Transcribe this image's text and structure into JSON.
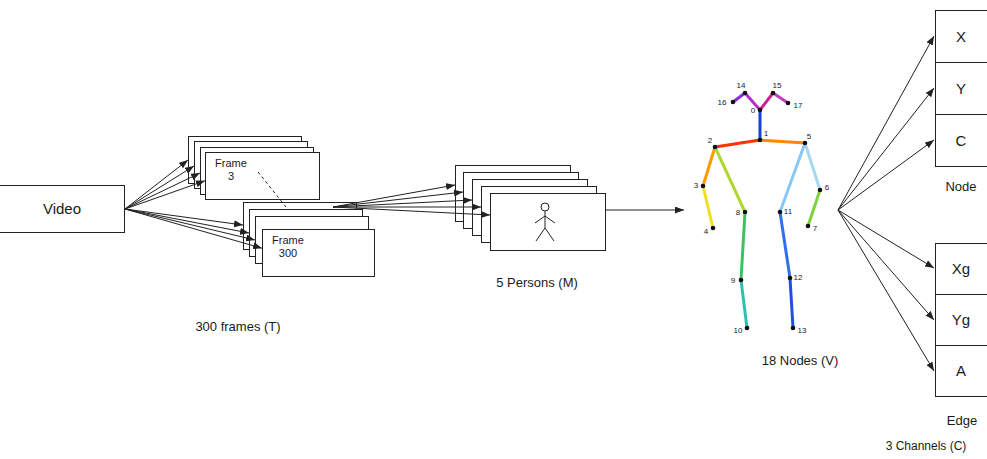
{
  "diagram": {
    "nodes": [
      {
        "text": [
          "Video"
        ]
      },
      {
        "text": [
          "Frame 3"
        ]
      },
      {
        "text": [
          "Frame 300"
        ]
      },
      {
        "text": [
          "X"
        ]
      },
      {
        "text": [
          "Y"
        ]
      },
      {
        "text": [
          "C"
        ]
      },
      {
        "text": [
          "Xg"
        ]
      },
      {
        "text": [
          "Yg"
        ]
      },
      {
        "text": [
          "A"
        ]
      }
    ],
    "edges": [
      {
        "from": 0,
        "to": 1,
        "arrow": "to"
      },
      {
        "from": 0,
        "to": 2,
        "arrow": "to"
      }
    ],
    "labels": [
      "300 frames (T)",
      "5 Persons (M)",
      "0",
      "1",
      "2",
      "3",
      "4",
      "5",
      "6",
      "7",
      "8",
      "9",
      "10",
      "11",
      "12",
      "13",
      "14",
      "15",
      "16",
      "17",
      "18 Nodes (V)",
      "Node",
      "Edge",
      "3 Channels (C)"
    ]
  }
}
